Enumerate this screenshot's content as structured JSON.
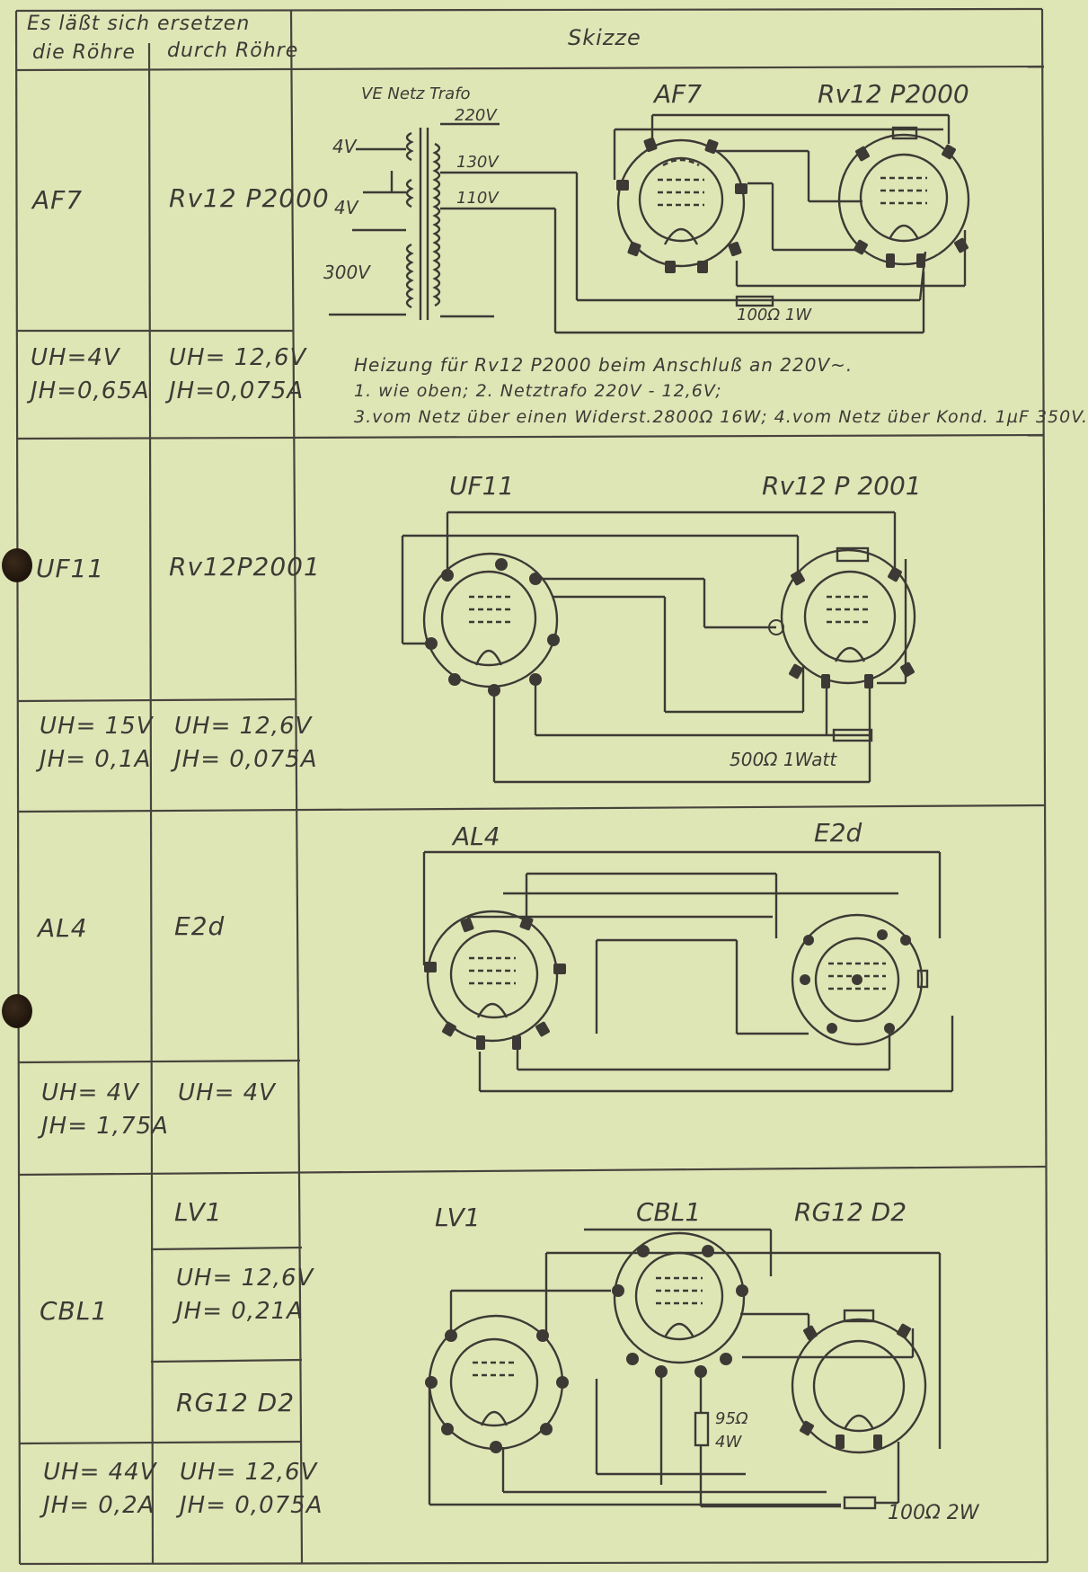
{
  "header": {
    "col1_line1": "Es läßt sich ersetzen",
    "col1_line2": "die Röhre",
    "col2_line2": "durch Röhre",
    "col3": "Skizze"
  },
  "rows": [
    {
      "tube": "AF7",
      "replacement": "Rv12 P2000",
      "tube_specs": [
        "UH=4V",
        "JH=0,65A"
      ],
      "replacement_specs": [
        "UH= 12,6V",
        "JH=0,075A"
      ],
      "sketch": {
        "trafo_title": "VE Netz Trafo",
        "trafo_labels": [
          "4V",
          "4V",
          "300V"
        ],
        "tap_labels": [
          "220V",
          "130V",
          "110V"
        ],
        "left_label": "AF7",
        "right_label": "Rv12 P2000",
        "resistor_label": "100Ω 1W",
        "notes": [
          "Heizung für Rv12 P2000 beim Anschluß an 220V~.",
          "1. wie oben; 2. Netztrafo 220V - 12,6V;",
          "3.vom Netz über einen Widerst.2800Ω 16W; 4.vom Netz über Kond. 1µF 350V."
        ]
      }
    },
    {
      "tube": "UF11",
      "replacement": "Rv12P2001",
      "tube_specs": [
        "UH= 15V",
        "JH= 0,1A"
      ],
      "replacement_specs": [
        "UH= 12,6V",
        "JH= 0,075A"
      ],
      "sketch": {
        "left_label": "UF11",
        "right_label": "Rv12 P 2001",
        "resistor_label": "500Ω 1Watt"
      }
    },
    {
      "tube": "AL4",
      "replacement": "E2d",
      "tube_specs": [
        "UH= 4V",
        "JH= 1,75A"
      ],
      "replacement_specs": [
        "UH= 4V"
      ],
      "sketch": {
        "left_label": "AL4",
        "right_label": "E2d"
      }
    },
    {
      "tube": "CBL1",
      "replacements": [
        "LV1",
        "RG12 D2"
      ],
      "lv1_specs": [
        "UH= 12,6V",
        "JH= 0,21A"
      ],
      "tube_specs": [
        "UH= 44V",
        "JH= 0,2A"
      ],
      "replacement_specs": [
        "UH= 12,6V",
        "JH= 0,075A"
      ],
      "sketch": {
        "left_label": "LV1",
        "middle_label": "CBL1",
        "right_label": "RG12 D2",
        "resistor1_label": "95Ω",
        "resistor1_label2": "4W",
        "resistor2_label": "100Ω 2W"
      }
    }
  ]
}
